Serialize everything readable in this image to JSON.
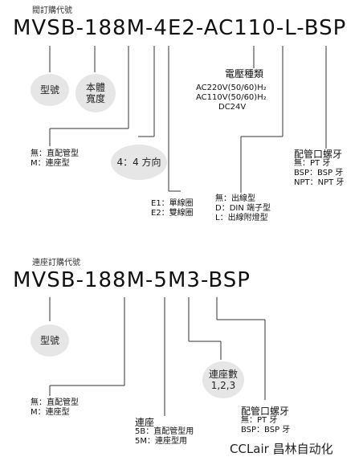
{
  "part1": {
    "title": "閥訂購代號",
    "code": {
      "p1": "MVSB",
      "d1": "-",
      "p2": "188M",
      "d2": "-",
      "p3": "4E2",
      "d3": "-",
      "p4": "AC110",
      "d4": "-",
      "p5": "L",
      "d5": "-",
      "p6": "BSP"
    },
    "bubble_model": "型號",
    "bubble_width": [
      "本體",
      "寬度"
    ],
    "bubble_direction": "4：4 方向",
    "voltage": {
      "title": "電壓種類",
      "lines": [
        "AC220V(50/60)H₂",
        "AC110V(50/60)H₂",
        "DC24V"
      ]
    },
    "port_thread": {
      "title": "配管口螺牙",
      "lines": [
        "無：PT 牙",
        "BSP：BSP 牙",
        "NPT：NPT 牙"
      ]
    },
    "piping": [
      "無：直配管型",
      "M：連座型"
    ],
    "coil": [
      "E1：單線圈",
      "E2：雙線圈"
    ],
    "wiring": [
      "無：出線型",
      "D：DIN 端子型",
      "L：出線附燈型"
    ]
  },
  "part2": {
    "title": "連座訂購代號",
    "code": {
      "p1": "MVSB",
      "d1": "-",
      "p2": "188M",
      "d2": "-",
      "p3": "5M3",
      "d3": "-",
      "p4": "BSP"
    },
    "bubble_model": "型號",
    "bubble_count": {
      "title": "連座數",
      "value": "1,2,3"
    },
    "piping": [
      "無：直配管型",
      "M：連座型"
    ],
    "manifold": {
      "title": "連座",
      "lines": [
        "5B：直配管型用",
        "5M：連座型用"
      ]
    },
    "port_thread": {
      "title": "配管口螺牙",
      "lines": [
        "無：PT 牙",
        "BSP：BSP 牙"
      ]
    }
  },
  "watermark": "CCLair 昌林自动化"
}
